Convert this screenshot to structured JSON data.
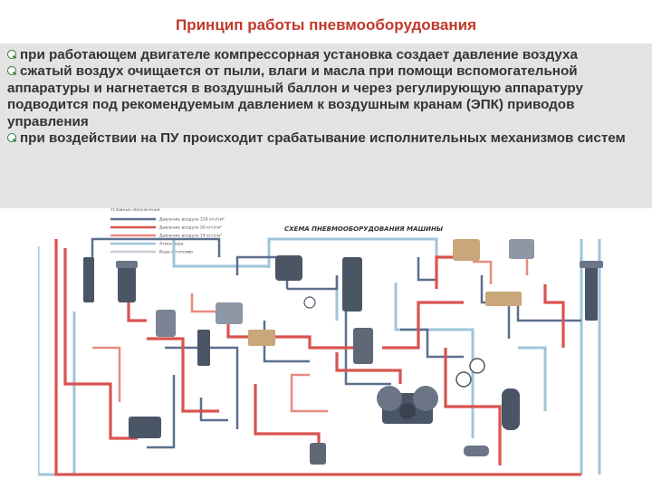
{
  "slide": {
    "title": "Принцип работы пневмооборудования",
    "bullets": [
      "при работающем двигателе компрессорная установка создает давление воздуха",
      "сжатый воздух очищается от пыли, влаги и масла при помощи вспомогательной аппаратуры и нагнетается в воздушный баллон и через регулирующую аппаратуру подводится под рекомендуемым давлением к воздушным кранам (ЭПК) приводов управления",
      "при воздействии на ПУ происходит срабатывание исполнительных механизмов систем"
    ]
  },
  "diagram": {
    "title": "СХЕМА ПНЕВМООБОРУДОВАНИЯ МАШИНЫ",
    "legend_title": "Условные обозначения",
    "legend": [
      {
        "label": "Давление воздуха 150 кгс/см²",
        "color": "#5b6f8f"
      },
      {
        "label": "Давление воздуха 20 кгс/см²",
        "color": "#d9534f"
      },
      {
        "label": "Давление воздуха 14 кгс/см²",
        "color": "#e88a7f"
      },
      {
        "label": "Атмосфера",
        "color": "#9fc5d9"
      },
      {
        "label": "Вода и топливо",
        "color": "#c7ced6"
      }
    ],
    "colors": {
      "high_pressure": "#5b6f8f",
      "pressure_20": "#d9534f",
      "pressure_14": "#e88a7f",
      "atmosphere": "#9fc5d9",
      "water_fuel": "#c7ced6",
      "device": "#4a5566"
    }
  }
}
